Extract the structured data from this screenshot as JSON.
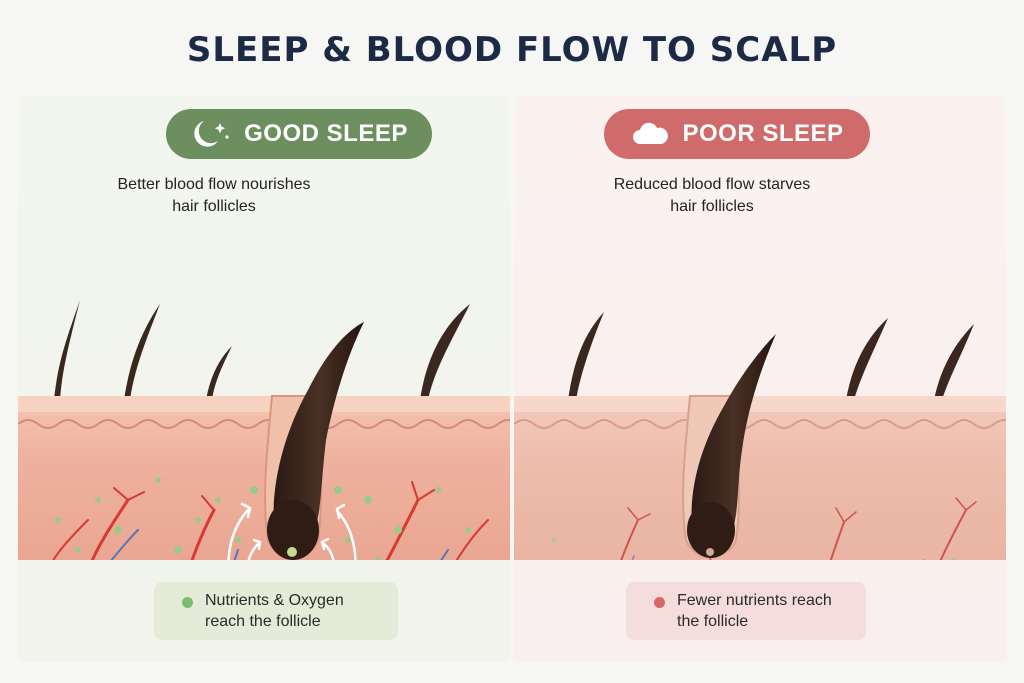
{
  "title": "SLEEP & BLOOD FLOW TO SCALP",
  "panels": {
    "good": {
      "label": "GOOD SLEEP",
      "caption_line1": "Better blood flow nourishes",
      "caption_line2": "hair follicles",
      "legend_line1": "Nutrients & Oxygen",
      "legend_line2": "reach the follicle",
      "icon": "moon-stars-icon",
      "accent": "#6d8f60"
    },
    "poor": {
      "label": "POOR SLEEP",
      "caption_line1": "Reduced blood flow starves",
      "caption_line2": "hair follicles",
      "legend_line1": "Fewer nutrients reach",
      "legend_line2": "the follicle",
      "icon": "cloud-icon",
      "accent": "#cf6b6a"
    }
  },
  "colors": {
    "artery": "#d63a32",
    "vein": "#5a74b8",
    "skin": "#e9a18d",
    "nutrient": "#9cc98a"
  }
}
